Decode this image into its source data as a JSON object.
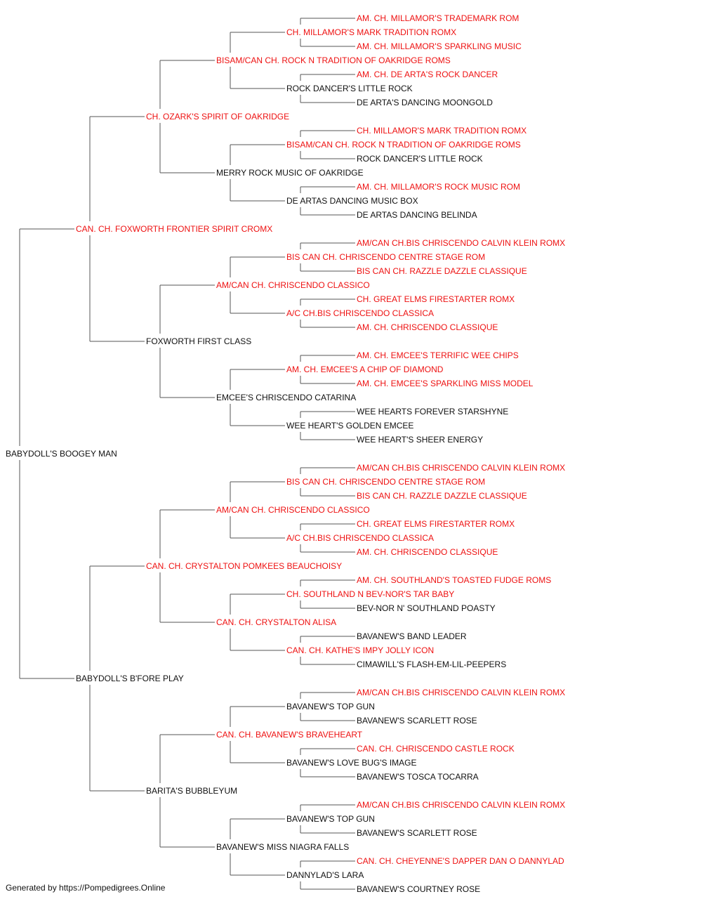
{
  "colors": {
    "champion": "#ee1111",
    "normal": "#111111",
    "line": "#555555"
  },
  "footer": {
    "text": "Generated by https://Pompedigrees.Online"
  },
  "pedigree": [
    {
      "name": "BABYDOLL'S BOOGEY MAN",
      "gen": 0,
      "row": 31,
      "champion": false
    },
    {
      "name": "CAN. CH. FOXWORTH FRONTIER SPIRIT CROMX",
      "gen": 1,
      "row": 15,
      "champion": true
    },
    {
      "name": "BABYDOLL'S B'FORE PLAY",
      "gen": 1,
      "row": 47,
      "champion": false
    },
    {
      "name": "CH. OZARK'S SPIRIT OF OAKRIDGE",
      "gen": 2,
      "row": 7,
      "champion": true
    },
    {
      "name": "FOXWORTH FIRST CLASS",
      "gen": 2,
      "row": 23,
      "champion": false
    },
    {
      "name": "CAN. CH. CRYSTALTON POMKEES BEAUCHOISY",
      "gen": 2,
      "row": 39,
      "champion": true
    },
    {
      "name": "BARITA'S BUBBLEYUM",
      "gen": 2,
      "row": 55,
      "champion": false
    },
    {
      "name": "BISAM/CAN CH. ROCK N TRADITION OF OAKRIDGE ROMS",
      "gen": 3,
      "row": 3,
      "champion": true
    },
    {
      "name": "MERRY ROCK MUSIC OF OAKRIDGE",
      "gen": 3,
      "row": 11,
      "champion": false
    },
    {
      "name": "AM/CAN CH. CHRISCENDO CLASSICO",
      "gen": 3,
      "row": 19,
      "champion": true
    },
    {
      "name": "EMCEE'S CHRISCENDO CATARINA",
      "gen": 3,
      "row": 27,
      "champion": false
    },
    {
      "name": "AM/CAN CH. CHRISCENDO CLASSICO",
      "gen": 3,
      "row": 35,
      "champion": true
    },
    {
      "name": "CAN. CH. CRYSTALTON ALISA",
      "gen": 3,
      "row": 43,
      "champion": true
    },
    {
      "name": "CAN. CH. BAVANEW'S BRAVEHEART",
      "gen": 3,
      "row": 51,
      "champion": true
    },
    {
      "name": "BAVANEW'S MISS NIAGRA FALLS",
      "gen": 3,
      "row": 59,
      "champion": false
    },
    {
      "name": "CH. MILLAMOR'S MARK TRADITION ROMX",
      "gen": 4,
      "row": 1,
      "champion": true
    },
    {
      "name": "ROCK DANCER'S LITTLE ROCK",
      "gen": 4,
      "row": 5,
      "champion": false
    },
    {
      "name": "BISAM/CAN CH. ROCK N TRADITION OF OAKRIDGE ROMS",
      "gen": 4,
      "row": 9,
      "champion": true
    },
    {
      "name": "DE ARTAS DANCING MUSIC BOX",
      "gen": 4,
      "row": 13,
      "champion": false
    },
    {
      "name": "BIS CAN CH. CHRISCENDO CENTRE STAGE ROM",
      "gen": 4,
      "row": 17,
      "champion": true
    },
    {
      "name": "A/C CH.BIS CHRISCENDO CLASSICA",
      "gen": 4,
      "row": 21,
      "champion": true
    },
    {
      "name": "AM. CH. EMCEE'S A CHIP OF DIAMOND",
      "gen": 4,
      "row": 25,
      "champion": true
    },
    {
      "name": "WEE HEART'S GOLDEN EMCEE",
      "gen": 4,
      "row": 29,
      "champion": false
    },
    {
      "name": "BIS CAN CH. CHRISCENDO CENTRE STAGE ROM",
      "gen": 4,
      "row": 33,
      "champion": true
    },
    {
      "name": "A/C CH.BIS CHRISCENDO CLASSICA",
      "gen": 4,
      "row": 37,
      "champion": true
    },
    {
      "name": "CH. SOUTHLAND N BEV-NOR'S TAR BABY",
      "gen": 4,
      "row": 41,
      "champion": true
    },
    {
      "name": "CAN. CH. KATHE'S IMPY JOLLY ICON",
      "gen": 4,
      "row": 45,
      "champion": true
    },
    {
      "name": "BAVANEW'S TOP GUN",
      "gen": 4,
      "row": 49,
      "champion": false
    },
    {
      "name": "BAVANEW'S LOVE BUG'S IMAGE",
      "gen": 4,
      "row": 53,
      "champion": false
    },
    {
      "name": "BAVANEW'S TOP GUN",
      "gen": 4,
      "row": 57,
      "champion": false
    },
    {
      "name": "DANNYLAD'S LARA",
      "gen": 4,
      "row": 61,
      "champion": false
    },
    {
      "name": "AM. CH. MILLAMOR'S TRADEMARK ROM",
      "gen": 5,
      "row": 0,
      "champion": true
    },
    {
      "name": "AM. CH. MILLAMOR'S SPARKLING MUSIC",
      "gen": 5,
      "row": 2,
      "champion": true
    },
    {
      "name": "AM. CH. DE ARTA'S ROCK DANCER",
      "gen": 5,
      "row": 4,
      "champion": true
    },
    {
      "name": "DE ARTA'S DANCING MOONGOLD",
      "gen": 5,
      "row": 6,
      "champion": false
    },
    {
      "name": "CH. MILLAMOR'S MARK TRADITION ROMX",
      "gen": 5,
      "row": 8,
      "champion": true
    },
    {
      "name": "ROCK DANCER'S LITTLE ROCK",
      "gen": 5,
      "row": 10,
      "champion": false
    },
    {
      "name": "AM. CH. MILLAMOR'S ROCK MUSIC ROM",
      "gen": 5,
      "row": 12,
      "champion": true
    },
    {
      "name": "DE ARTAS DANCING BELINDA",
      "gen": 5,
      "row": 14,
      "champion": false
    },
    {
      "name": "AM/CAN CH.BIS CHRISCENDO CALVIN KLEIN ROMX",
      "gen": 5,
      "row": 16,
      "champion": true
    },
    {
      "name": "BIS CAN CH. RAZZLE DAZZLE CLASSIQUE",
      "gen": 5,
      "row": 18,
      "champion": true
    },
    {
      "name": "CH. GREAT ELMS FIRESTARTER ROMX",
      "gen": 5,
      "row": 20,
      "champion": true
    },
    {
      "name": "AM. CH. CHRISCENDO CLASSIQUE",
      "gen": 5,
      "row": 22,
      "champion": true
    },
    {
      "name": "AM. CH. EMCEE'S TERRIFIC WEE CHIPS",
      "gen": 5,
      "row": 24,
      "champion": true
    },
    {
      "name": "AM. CH. EMCEE'S SPARKLING MISS MODEL",
      "gen": 5,
      "row": 26,
      "champion": true
    },
    {
      "name": "WEE HEARTS FOREVER STARSHYNE",
      "gen": 5,
      "row": 28,
      "champion": false
    },
    {
      "name": "WEE HEART'S SHEER ENERGY",
      "gen": 5,
      "row": 30,
      "champion": false
    },
    {
      "name": "AM/CAN CH.BIS CHRISCENDO CALVIN KLEIN ROMX",
      "gen": 5,
      "row": 32,
      "champion": true
    },
    {
      "name": "BIS CAN CH. RAZZLE DAZZLE CLASSIQUE",
      "gen": 5,
      "row": 34,
      "champion": true
    },
    {
      "name": "CH. GREAT ELMS FIRESTARTER ROMX",
      "gen": 5,
      "row": 36,
      "champion": true
    },
    {
      "name": "AM. CH. CHRISCENDO CLASSIQUE",
      "gen": 5,
      "row": 38,
      "champion": true
    },
    {
      "name": "AM. CH. SOUTHLAND'S TOASTED FUDGE ROMS",
      "gen": 5,
      "row": 40,
      "champion": true
    },
    {
      "name": "BEV-NOR N' SOUTHLAND POASTY",
      "gen": 5,
      "row": 42,
      "champion": false
    },
    {
      "name": "BAVANEW'S BAND LEADER",
      "gen": 5,
      "row": 44,
      "champion": false
    },
    {
      "name": "CIMAWILL'S FLASH-EM-LIL-PEEPERS",
      "gen": 5,
      "row": 46,
      "champion": false
    },
    {
      "name": "AM/CAN CH.BIS CHRISCENDO CALVIN KLEIN ROMX",
      "gen": 5,
      "row": 48,
      "champion": true
    },
    {
      "name": "BAVANEW'S SCARLETT ROSE",
      "gen": 5,
      "row": 50,
      "champion": false
    },
    {
      "name": "CAN. CH. CHRISCENDO CASTLE ROCK",
      "gen": 5,
      "row": 52,
      "champion": true
    },
    {
      "name": "BAVANEW'S TOSCA TOCARRA",
      "gen": 5,
      "row": 54,
      "champion": false
    },
    {
      "name": "AM/CAN CH.BIS CHRISCENDO CALVIN KLEIN ROMX",
      "gen": 5,
      "row": 56,
      "champion": true
    },
    {
      "name": "BAVANEW'S SCARLETT ROSE",
      "gen": 5,
      "row": 58,
      "champion": false
    },
    {
      "name": "CAN. CH. CHEYENNE'S DAPPER DAN O DANNYLAD",
      "gen": 5,
      "row": 60,
      "champion": true
    },
    {
      "name": "BAVANEW'S COURTNEY ROSE",
      "gen": 5,
      "row": 62,
      "champion": false
    }
  ]
}
